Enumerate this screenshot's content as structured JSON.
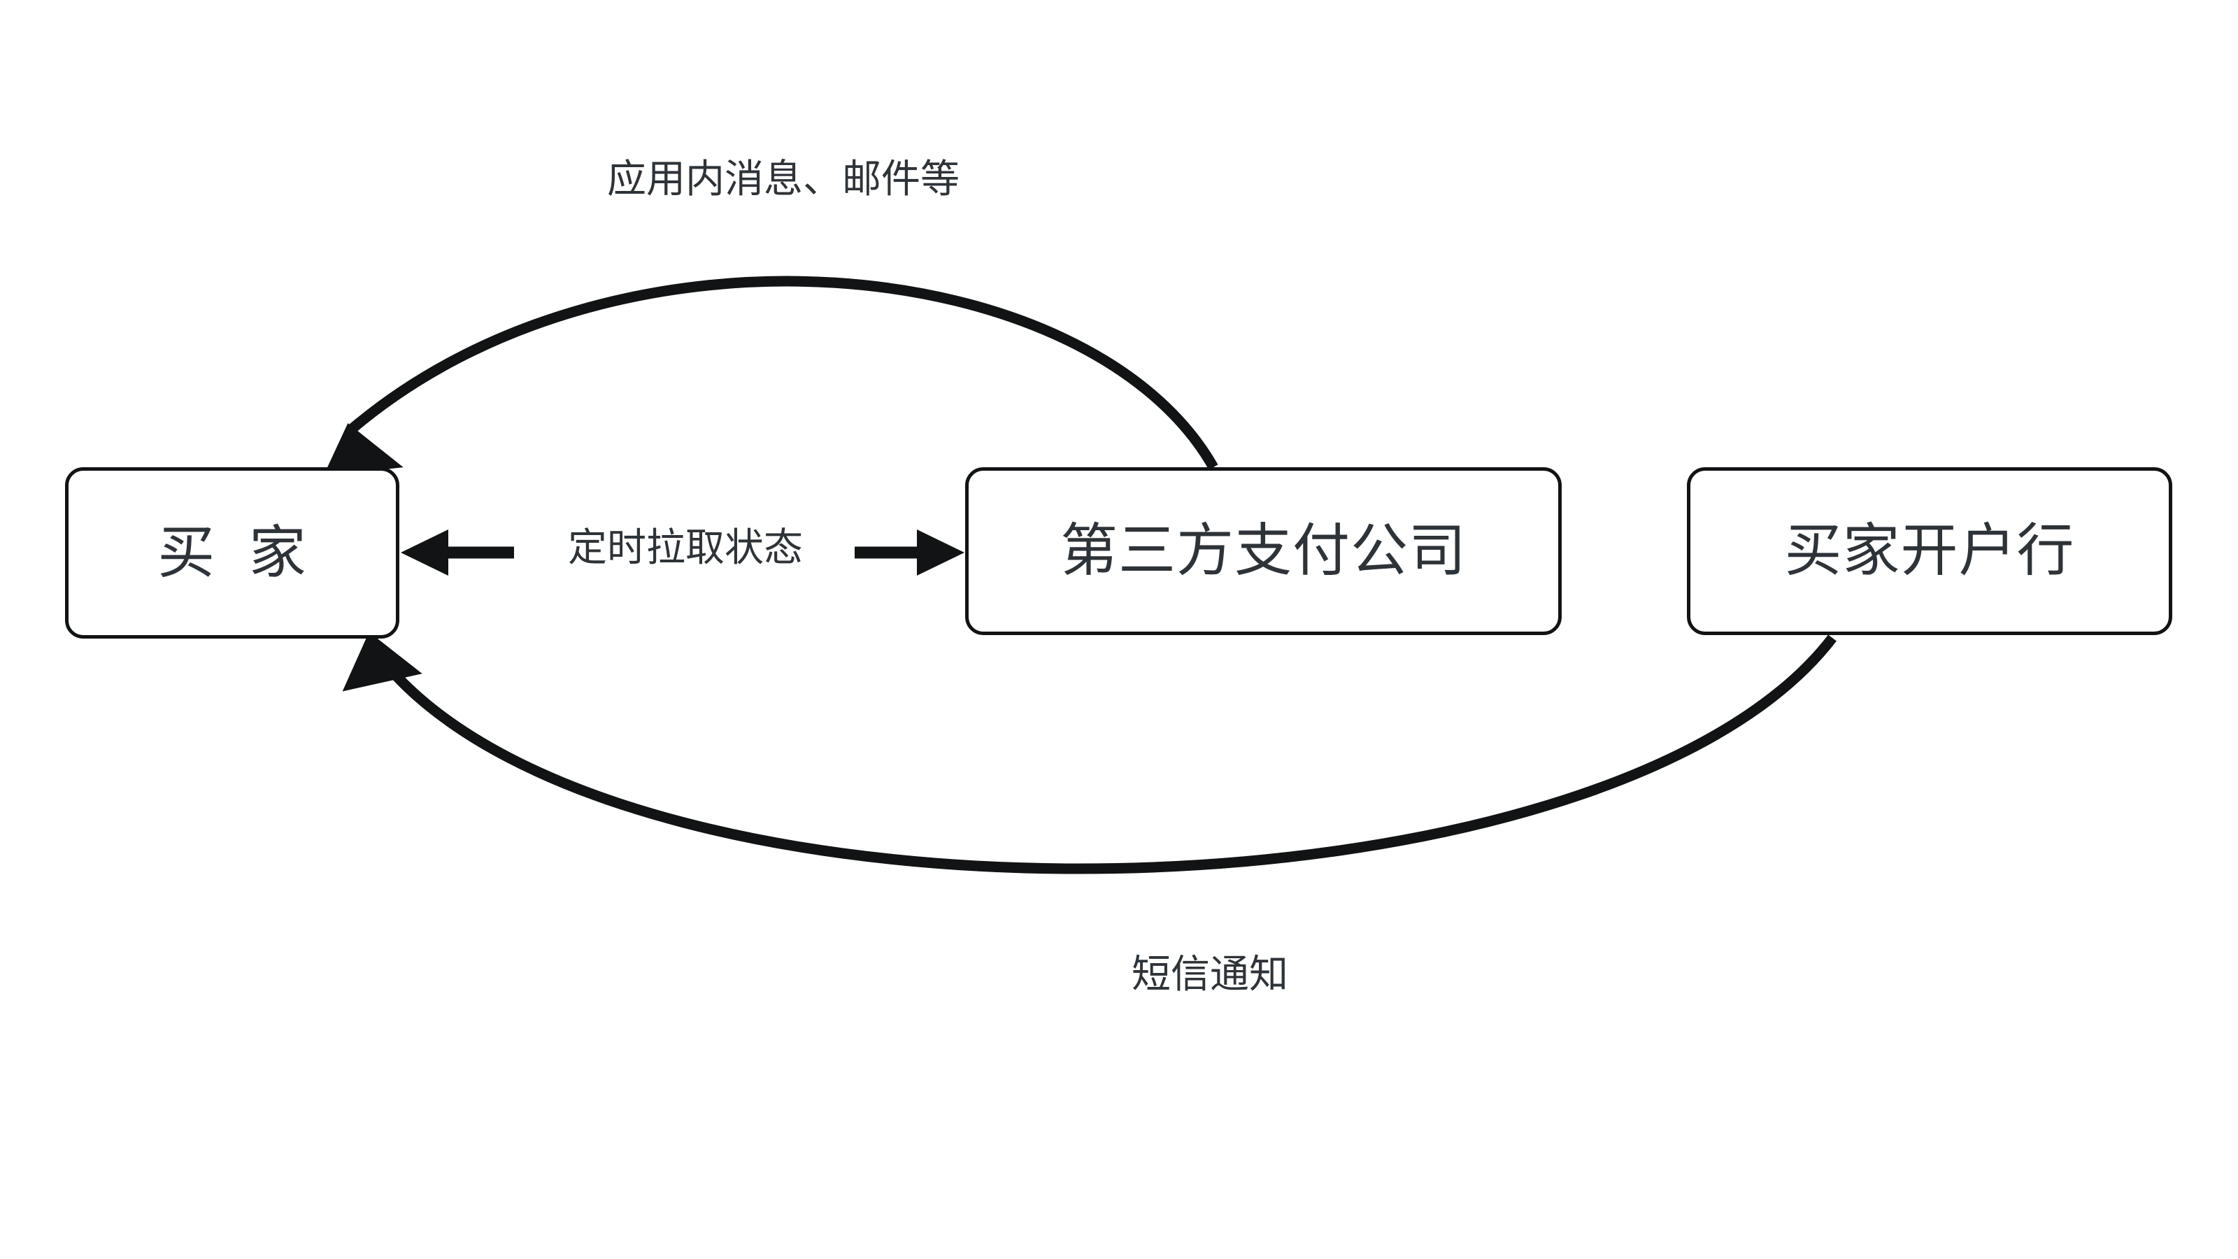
{
  "diagram": {
    "type": "flow-diagram",
    "background_color": "#ffffff",
    "stroke_color": "#111315",
    "text_color": "#2e3338",
    "nodes": [
      {
        "id": "buyer",
        "label": "买  家",
        "name": "node-buyer"
      },
      {
        "id": "payment",
        "label": "第三方支付公司",
        "name": "node-payment"
      },
      {
        "id": "bank",
        "label": "买家开户行",
        "name": "node-bank"
      }
    ],
    "edges": [
      {
        "id": "inapp",
        "label": "应用内消息、邮件等",
        "from": "payment",
        "to": "buyer",
        "style": "curved-arc-above",
        "arrow": "single"
      },
      {
        "id": "poll",
        "label": "定时拉取状态",
        "from": "payment",
        "to": "buyer",
        "style": "straight-horizontal",
        "arrow": "double"
      },
      {
        "id": "sms",
        "label": "短信通知",
        "from": "bank",
        "to": "buyer",
        "style": "curved-arc-below",
        "arrow": "single"
      }
    ]
  }
}
